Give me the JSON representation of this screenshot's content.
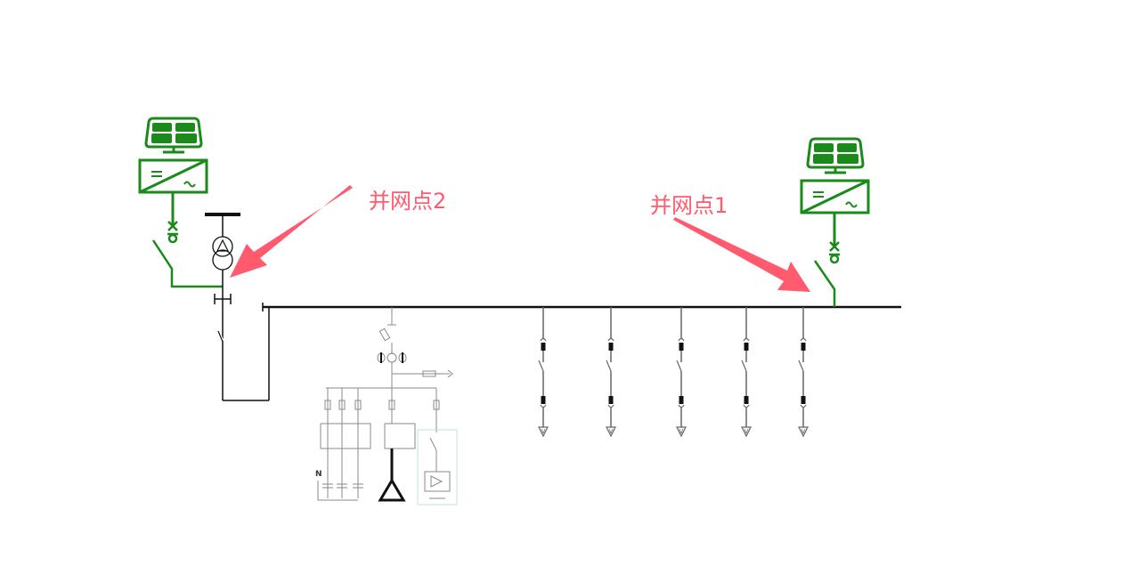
{
  "labels": {
    "grid_point_2": "并网点2",
    "grid_point_1": "并网点1",
    "neutral": "N"
  },
  "colors": {
    "pv_green": "#1a8a1a",
    "annotation_pink": "#ff5a6e",
    "bus_black": "#111111",
    "detail_gray": "#999999"
  },
  "icons": [
    "solar-panel-icon",
    "inverter-icon",
    "transformer-icon",
    "breaker-switch-icon",
    "arrow-icon"
  ],
  "feeders": [
    "feeder-1",
    "feeder-2",
    "feeder-3",
    "feeder-4",
    "feeder-5"
  ]
}
